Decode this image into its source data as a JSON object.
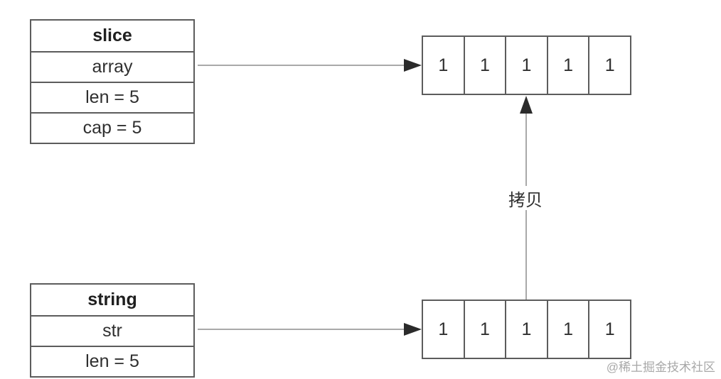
{
  "slice_struct": {
    "header": "slice",
    "fields": [
      "array",
      "len = 5",
      "cap = 5"
    ]
  },
  "string_struct": {
    "header": "string",
    "fields": [
      "str",
      "len = 5"
    ]
  },
  "slice_array": {
    "cells": [
      "1",
      "1",
      "1",
      "1",
      "1"
    ]
  },
  "string_array": {
    "cells": [
      "1",
      "1",
      "1",
      "1",
      "1"
    ]
  },
  "copy_label": "拷贝",
  "watermark": "@稀土掘金技术社区",
  "colors": {
    "line": "#5c5c5c",
    "arrow": "#2b2b2b",
    "connector": "#a9a9a9"
  }
}
